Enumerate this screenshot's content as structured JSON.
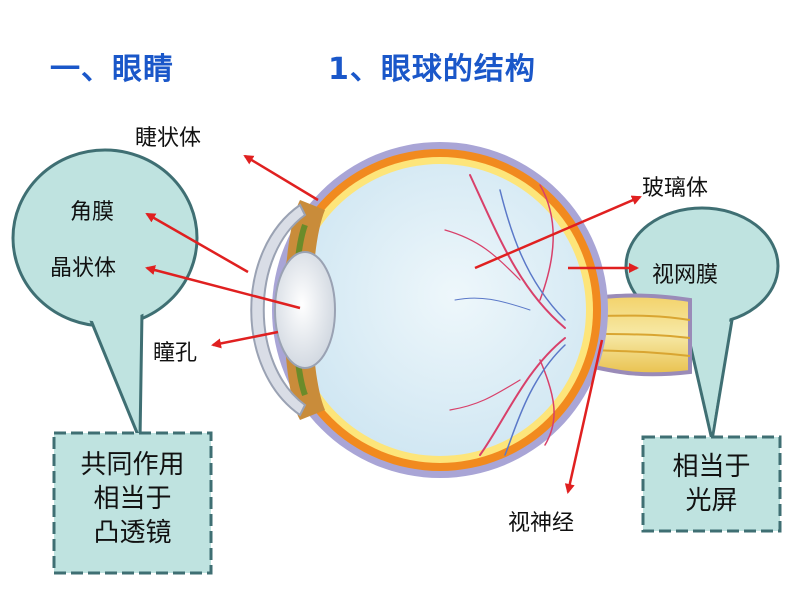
{
  "title": {
    "section": "一、眼睛",
    "subsection": "1、眼球的结构"
  },
  "labels": {
    "ciliary_body": "睫状体",
    "cornea": "角膜",
    "lens": "晶状体",
    "pupil": "瞳孔",
    "vitreous": "玻璃体",
    "retina": "视网膜",
    "optic_nerve": "视神经"
  },
  "notes": {
    "left": [
      "共同作用",
      "相当于",
      "凸透镜"
    ],
    "right": [
      "相当于",
      "光屏"
    ]
  },
  "colors": {
    "title": "#1a57c9",
    "arrow": "#e02020",
    "bubble_fill": "#bfe3e0",
    "bubble_stroke": "#3f6f73",
    "note_fill": "#bfe3e0",
    "note_stroke": "#3f6f73"
  }
}
